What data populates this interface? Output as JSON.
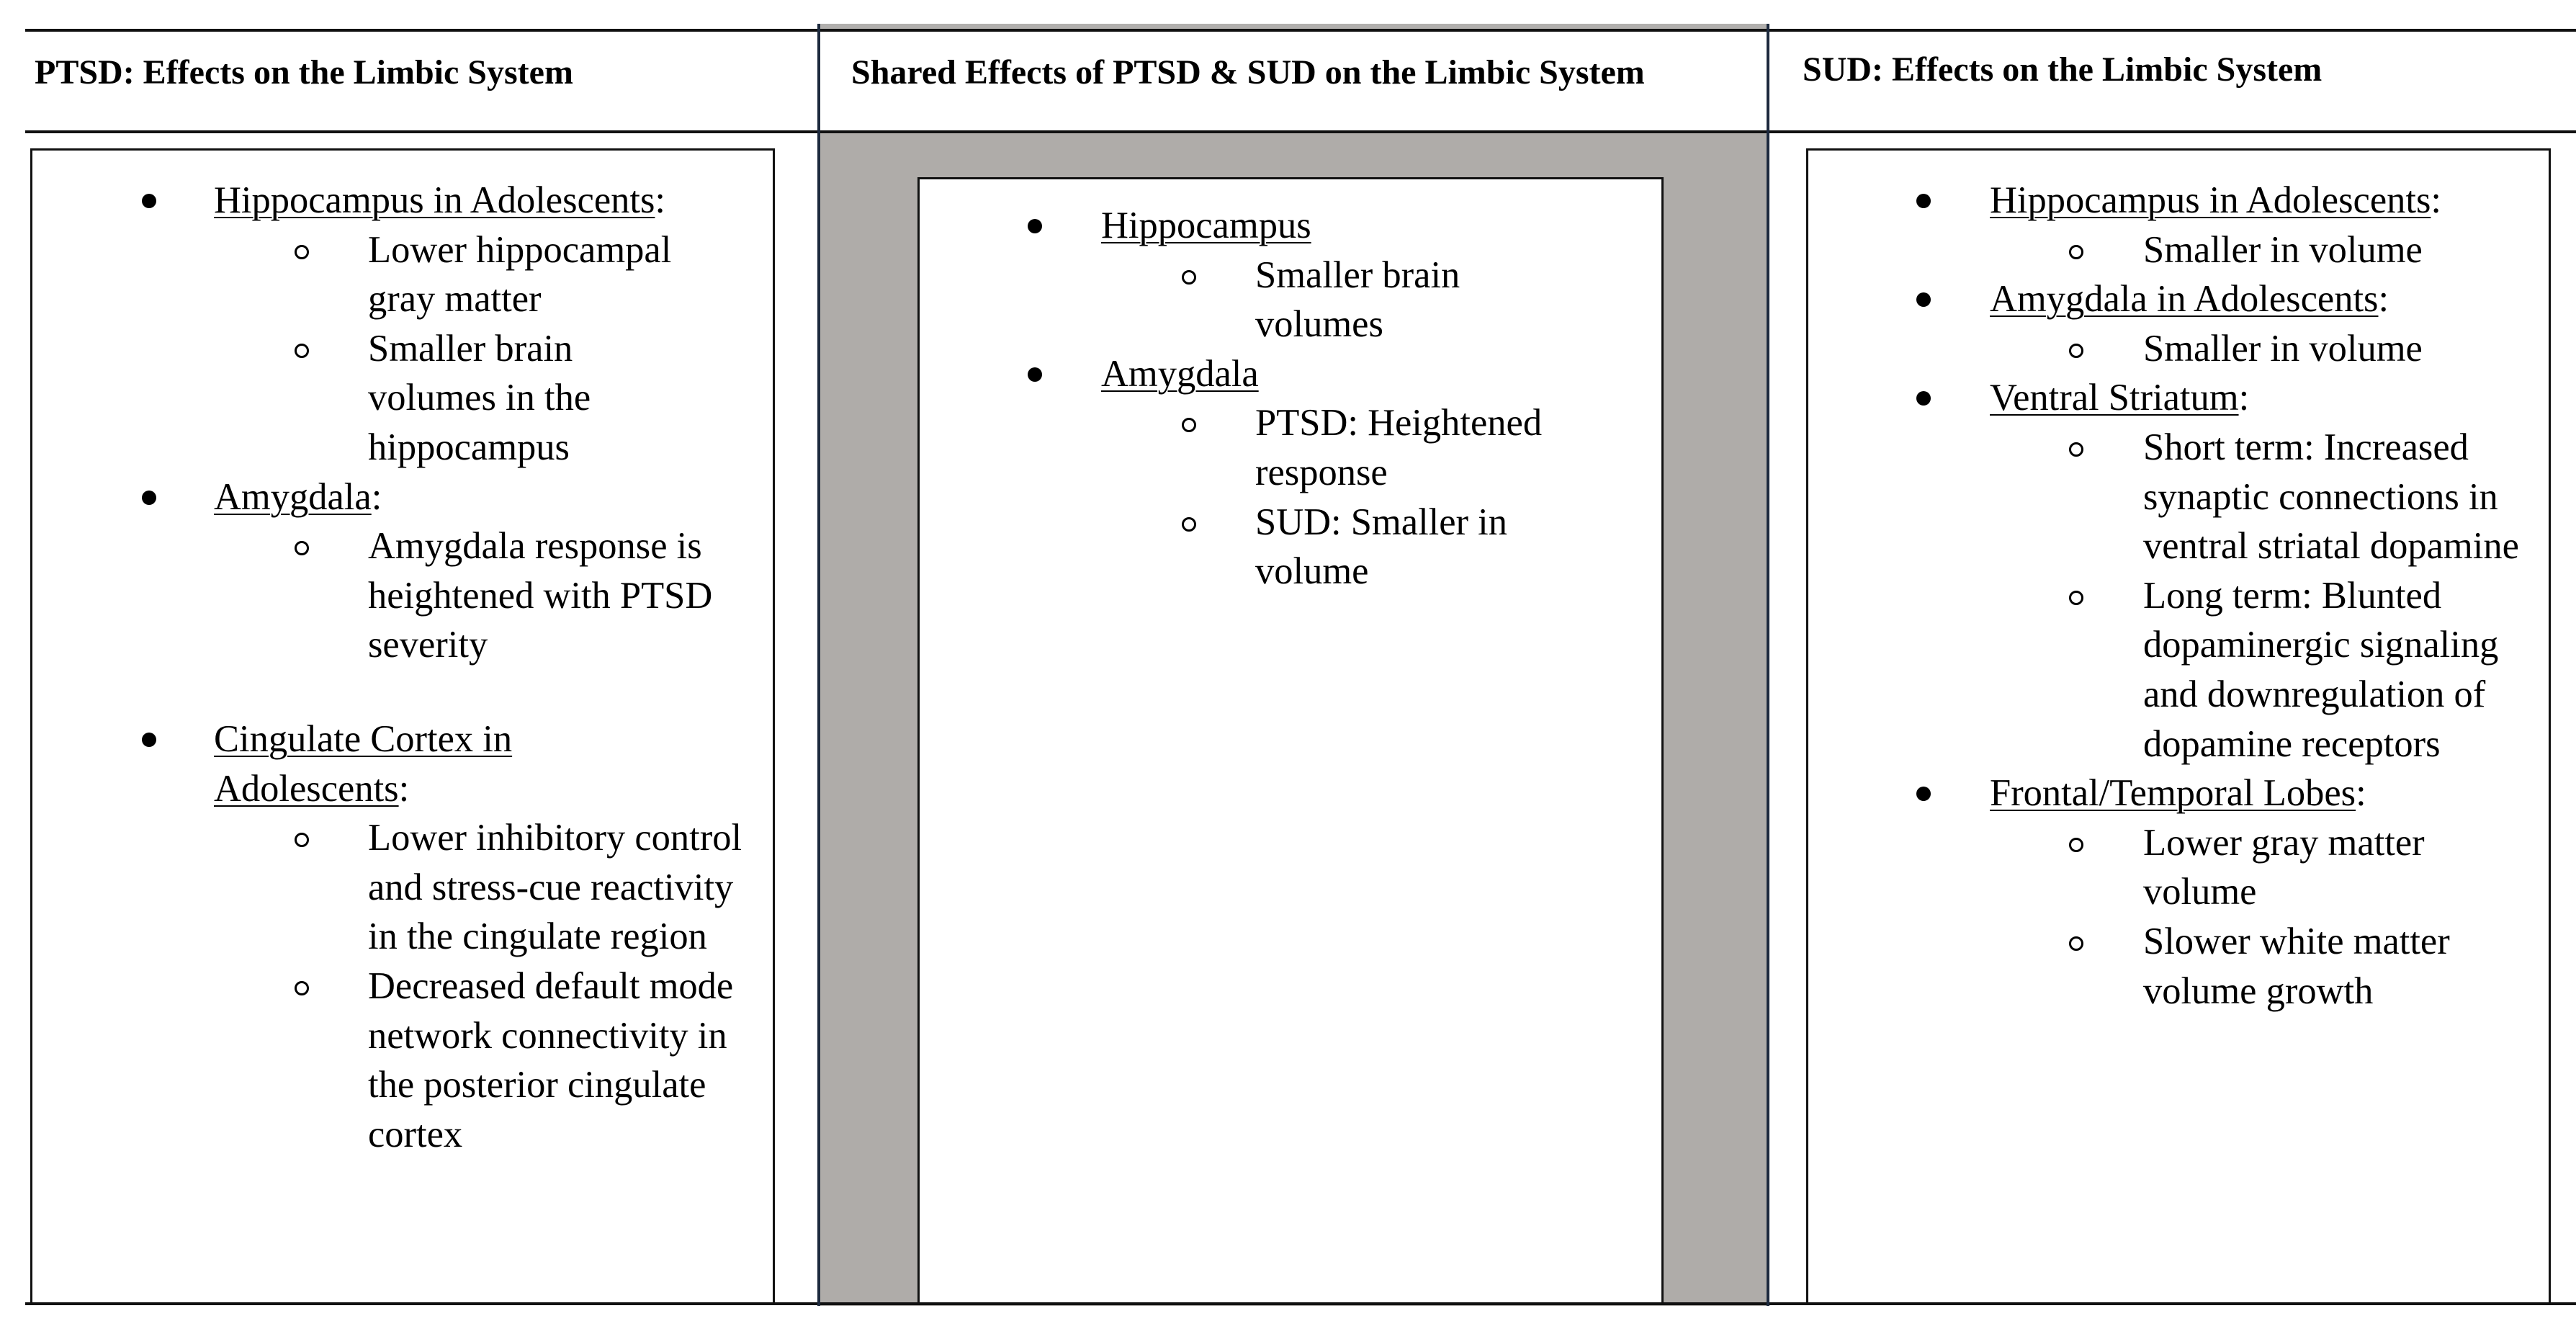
{
  "headers": {
    "ptsd": "PTSD: Effects on the Limbic System",
    "shared": "Shared Effects of PTSD & SUD on the Limbic System",
    "sud": "SUD: Effects on the Limbic System"
  },
  "ptsd": {
    "items": [
      {
        "title": "Hippocampus in Adolescents",
        "suffix": ":",
        "subs": [
          "Lower hippocampal gray matter",
          "Smaller brain volumes in the hippocampus"
        ]
      },
      {
        "title": "Amygdala",
        "suffix": ":",
        "subs": [
          "Amygdala response is heightened with PTSD severity"
        ]
      },
      {
        "title": "Cingulate Cortex in Adolescents",
        "suffix": ":",
        "subs": [
          "Lower inhibitory control and stress-cue reactivity in the cingulate region",
          "Decreased default mode network connectivity in the posterior cingulate cortex"
        ]
      }
    ]
  },
  "shared": {
    "items": [
      {
        "title": "Hippocampus",
        "suffix": "",
        "subs": [
          "Smaller brain volumes"
        ]
      },
      {
        "title": "Amygdala",
        "suffix": "",
        "subs": [
          "PTSD: Heightened response",
          "SUD: Smaller in volume"
        ]
      }
    ]
  },
  "sud": {
    "items": [
      {
        "title": "Hippocampus in Adolescents",
        "suffix": ":",
        "subs": [
          "Smaller in volume"
        ]
      },
      {
        "title": "Amygdala in Adolescents",
        "suffix": ":",
        "subs": [
          "Smaller in volume"
        ]
      },
      {
        "title": "Ventral Striatum",
        "suffix": ":",
        "subs": [
          "Short term: Increased synaptic connections in ventral striatal dopamine",
          "Long term: Blunted dopaminergic signaling and downregulation of dopamine receptors"
        ]
      },
      {
        "title": "Frontal/Temporal Lobes",
        "suffix": ":",
        "subs": [
          "Lower gray matter volume",
          "Slower white matter volume growth"
        ]
      }
    ]
  }
}
